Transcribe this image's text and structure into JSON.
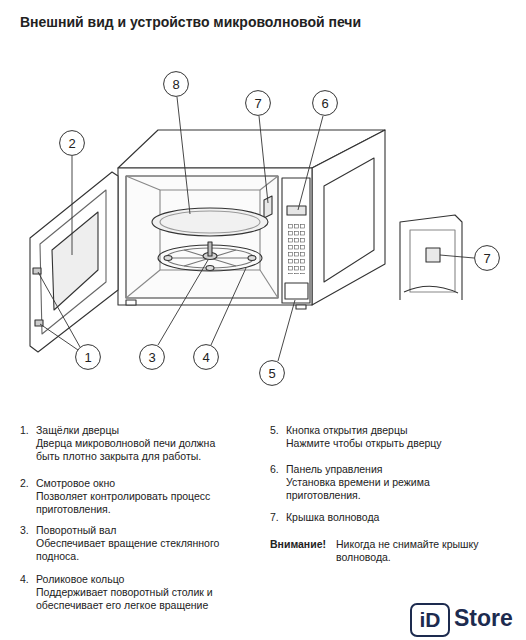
{
  "diagram": {
    "title": "Внешний вид и устройство микроволновой печи",
    "nodes": [
      {
        "text": [
          "8"
        ]
      },
      {
        "text": [
          "7"
        ]
      },
      {
        "text": [
          "6"
        ]
      },
      {
        "text": [
          "2"
        ]
      },
      {
        "text": [
          "7"
        ]
      },
      {
        "text": [
          "1"
        ]
      },
      {
        "text": [
          "3"
        ]
      },
      {
        "text": [
          "4"
        ]
      },
      {
        "text": [
          "5"
        ]
      },
      {
        "text": [
          "iD"
        ]
      }
    ],
    "edges": [],
    "labels": [
      "1.",
      "Защёлки дверцы",
      "Дверца микроволновой печи должна быть плотно закрыта для работы.",
      "2.",
      "Смотровое окно",
      "Позволяет контролировать процесс приготовления.",
      "3.",
      "Поворотный вал",
      "Обеспечивает вращение стеклянного подноса.",
      "4.",
      "Роликовое кольцо",
      "Поддерживает поворотный столик и обеспечивает его легкое вращение",
      "5.",
      "Кнопка открытия дверцы",
      "Нажмите чтобы открыть дверцу",
      "6.",
      "Панель управления",
      "Установка времени и режима приготовления.",
      "7.",
      "Крышка волновода",
      "Внимание!",
      "Никогда не снимайте крышку волновода.",
      "Store"
    ]
  }
}
